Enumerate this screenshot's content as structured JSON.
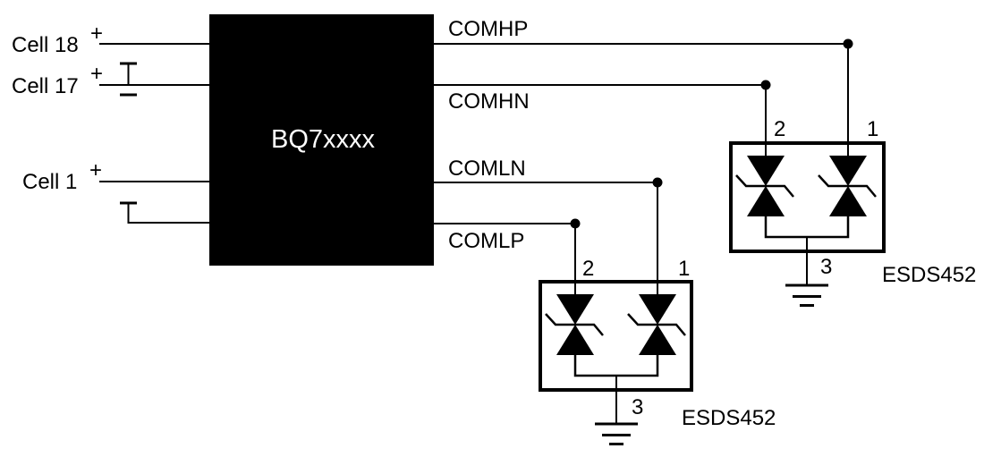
{
  "colors": {
    "ink": "#000000",
    "background": "#ffffff",
    "ic_fill": "#000000",
    "ic_text": "#ffffff"
  },
  "ic": {
    "label": "BQ7xxxx"
  },
  "cells": [
    {
      "label": "Cell 18",
      "polarity": "+"
    },
    {
      "label": "Cell 17",
      "polarity": "+"
    },
    {
      "label": "Cell 1",
      "polarity": "+"
    }
  ],
  "nets": [
    {
      "label": "COMHP"
    },
    {
      "label": "COMHN"
    },
    {
      "label": "COMLN"
    },
    {
      "label": "COMLP"
    }
  ],
  "esd": [
    {
      "part": "ESDS452",
      "pin1": "1",
      "pin2": "2",
      "pin3": "3"
    },
    {
      "part": "ESDS452",
      "pin1": "1",
      "pin2": "2",
      "pin3": "3"
    }
  ]
}
